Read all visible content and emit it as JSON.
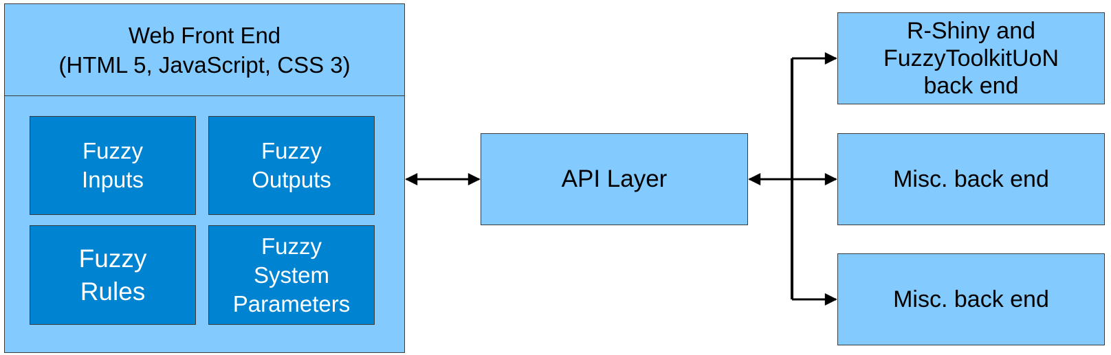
{
  "frontend": {
    "title": "Web Front End\n(HTML 5, JavaScript, CSS 3)",
    "modules": [
      {
        "label": "Fuzzy\nInputs"
      },
      {
        "label": "Fuzzy\nOutputs"
      },
      {
        "label": "Fuzzy\nRules"
      },
      {
        "label": "Fuzzy\nSystem\nParameters"
      }
    ]
  },
  "api": {
    "label": "API Layer"
  },
  "backends": [
    {
      "label": "R-Shiny and\nFuzzyToolkitUoN\nback end"
    },
    {
      "label": "Misc. back end"
    },
    {
      "label": "Misc. back end"
    }
  ],
  "colors": {
    "container_fill": "#83caff",
    "module_fill": "#0084d1",
    "border": "#3a3a3a",
    "connector": "#000000"
  }
}
